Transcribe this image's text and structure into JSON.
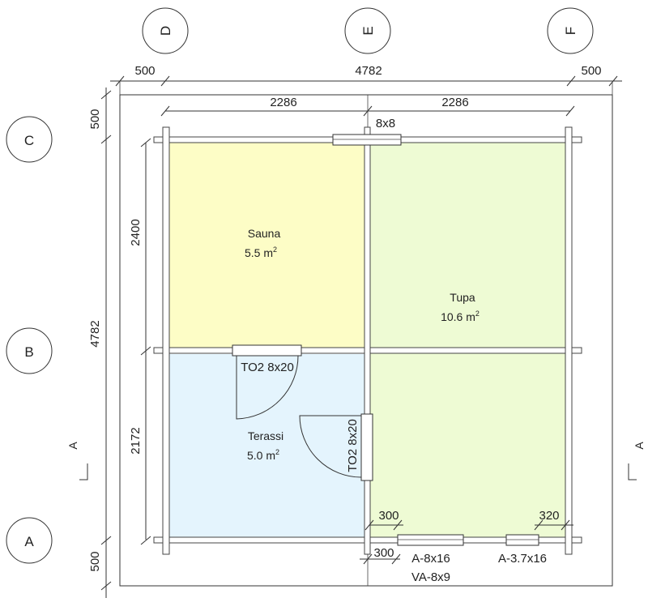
{
  "axes": {
    "columns": [
      "D",
      "E",
      "F"
    ],
    "rows": [
      "C",
      "B",
      "A"
    ]
  },
  "dimensions": {
    "top_left": "500",
    "top_total": "4782",
    "top_right": "500",
    "room_width_left": "2286",
    "room_width_right": "2286",
    "left_top": "500",
    "left_total": "4782",
    "left_bottom": "500",
    "sauna_height": "2400",
    "terrace_height": "2172",
    "dim_300_top": "300",
    "dim_300_bottom": "300",
    "dim_320": "320"
  },
  "rooms": {
    "sauna": {
      "name": "Sauna",
      "area": "5.5 m",
      "sup": "2"
    },
    "tupa": {
      "name": "Tupa",
      "area": "10.6 m",
      "sup": "2"
    },
    "terassi": {
      "name": "Terassi",
      "area": "5.0 m",
      "sup": "2"
    }
  },
  "openings": {
    "top_window": "8x8",
    "door_horizontal": "TO2 8x20",
    "door_vertical": "TO2 8x20",
    "window_a": "A-8x16",
    "window_va": "VA-8x9",
    "window_a2": "A-3.7x16"
  },
  "section_marks": {
    "left": "A",
    "right": "A"
  },
  "colors": {
    "sauna": "#fdfdc6",
    "tupa": "#eefbd4",
    "terassi": "#e4f4fd"
  }
}
